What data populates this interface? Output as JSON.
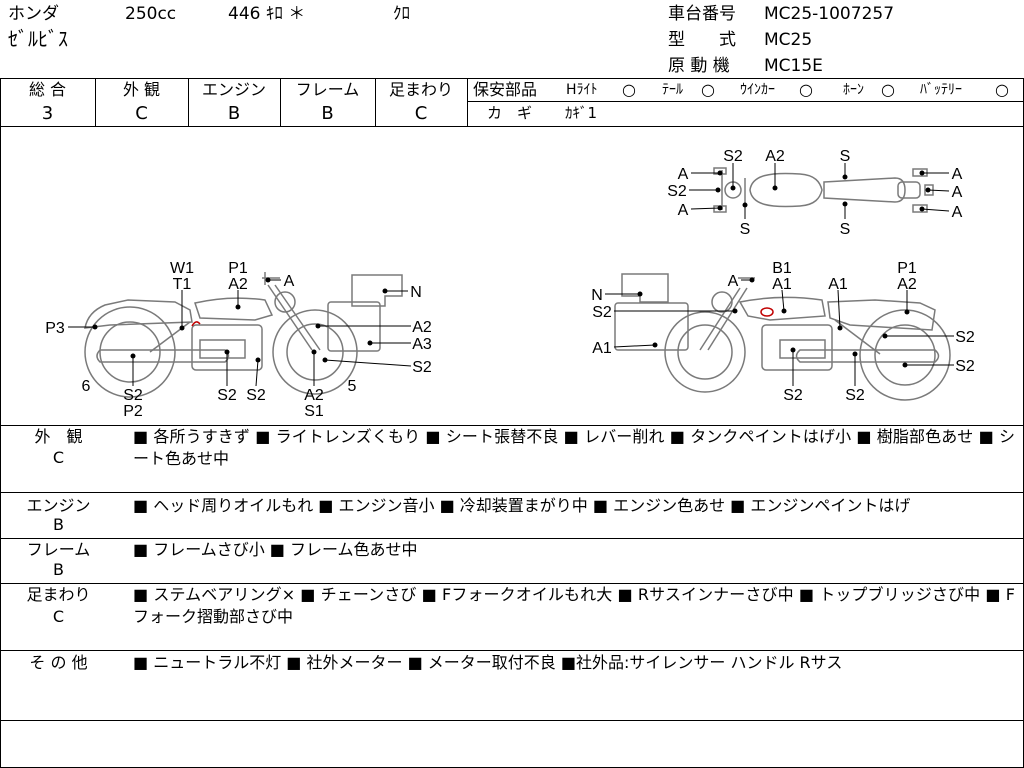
{
  "header": {
    "maker": "ホンダ",
    "displacement": "250cc",
    "mileage": "446 ｷﾛ ＊",
    "color": "ｸﾛ",
    "model": "ｾﾞﾙﾋﾞｽ",
    "chassis_label": "車台番号",
    "chassis_value": "MC25-1007257",
    "type_label": "型　　式",
    "type_value": "MC25",
    "engine_label": "原 動 機",
    "engine_value": "MC15E"
  },
  "grades": [
    {
      "label": "総 合",
      "value": "3"
    },
    {
      "label": "外 観",
      "value": "C"
    },
    {
      "label": "エンジン",
      "value": "B"
    },
    {
      "label": "フレーム",
      "value": "B"
    },
    {
      "label": "足まわり",
      "value": "C"
    }
  ],
  "safety_parts": {
    "label": "保安部品",
    "items": [
      {
        "name": "Hﾗｲﾄ",
        "mark": "○"
      },
      {
        "name": "ﾃｰﾙ",
        "mark": "○"
      },
      {
        "name": "ｳｲﾝｶｰ",
        "mark": "○"
      },
      {
        "name": "ﾎｰﾝ",
        "mark": "○"
      },
      {
        "name": "ﾊﾞｯﾃﾘｰ",
        "mark": "○"
      }
    ],
    "key_label": "カ　ギ",
    "key_value": "ｶｷﾞ1"
  },
  "diagram": {
    "top_view": [
      "S2",
      "A2",
      "S",
      "A",
      "S2",
      "A",
      "S",
      "S",
      "A",
      "A",
      "A"
    ],
    "left_view": [
      "W1",
      "T1",
      "P1",
      "A2",
      "A",
      "N",
      "P3",
      "A2",
      "A3",
      "S2",
      "6",
      "S2",
      "P2",
      "S2",
      "S2",
      "A2",
      "S1",
      "5"
    ],
    "right_view": [
      "B1",
      "A1",
      "A",
      "A1",
      "P1",
      "A2",
      "N",
      "S2",
      "A1",
      "S2",
      "S2",
      "S2",
      "S2"
    ]
  },
  "notes": [
    {
      "label": "外　観",
      "grade": "C",
      "text": "■ 各所うすきず ■ ライトレンズくもり ■ シート張替不良 ■ レバー削れ ■ タンクペイントはげ小 ■ 樹脂部色あせ ■ シート色あせ中"
    },
    {
      "label": "エンジン",
      "grade": "B",
      "text": "■ ヘッド周りオイルもれ ■ エンジン音小 ■ 冷却装置まがり中 ■ エンジン色あせ ■ エンジンペイントはげ"
    },
    {
      "label": "フレーム",
      "grade": "B",
      "text": "■ フレームさび小 ■ フレーム色あせ中"
    },
    {
      "label": "足まわり",
      "grade": "C",
      "text": "■ ステムベアリング× ■ チェーンさび ■ Fフォークオイルもれ大 ■ Rサスインナーさび中 ■ トップブリッジさび中 ■ Fフォーク摺動部さび中"
    },
    {
      "label": "そ の 他",
      "grade": "",
      "text": "■ ニュートラル不灯 ■ 社外メーター ■ メーター取付不良 ■社外品:サイレンサー ハンドル Rサス"
    }
  ],
  "colors": {
    "line": "#000000",
    "bike_outline": "#7a7a7a",
    "damage_mark": "#c00000"
  }
}
